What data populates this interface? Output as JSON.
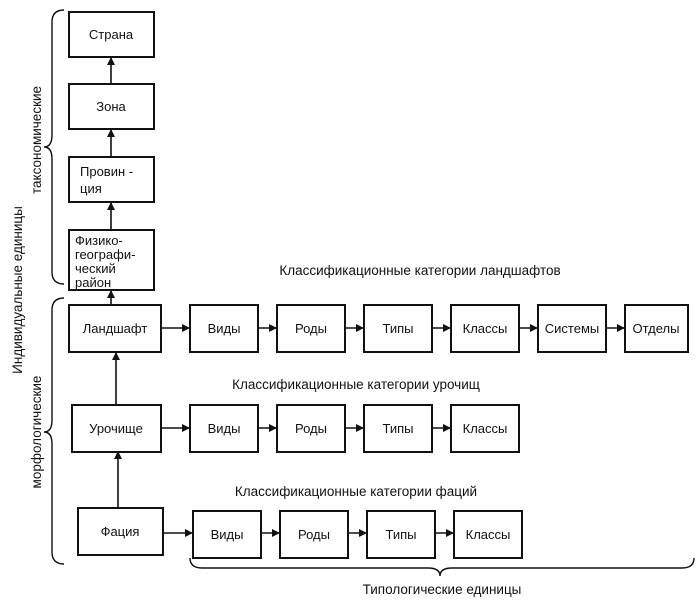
{
  "colors": {
    "ink": "#111111",
    "paper": "#ffffff"
  },
  "side_labels": {
    "individual": "Индивидуальные единицы",
    "taxonomic": "таксономические",
    "morphological": "морфологические"
  },
  "bottom_label": "Типологические единицы",
  "hierarchy": {
    "strana": "Страна",
    "zona": "Зона",
    "provin_1": "Провин -",
    "provin_2": "ция",
    "fiz_1": "Физико-",
    "fiz_2": "географи-",
    "fiz_3": "ческий",
    "fiz_4": "район"
  },
  "row_landscape": {
    "caption": "Классификационные категории ландшафтов",
    "items": [
      "Ландшафт",
      "Виды",
      "Роды",
      "Типы",
      "Классы",
      "Системы",
      "Отделы"
    ]
  },
  "row_urochishche": {
    "caption": "Классификационные категории урочищ",
    "items": [
      "Урочище",
      "Виды",
      "Роды",
      "Типы",
      "Классы"
    ]
  },
  "row_facies": {
    "caption": "Классификационные категории фаций",
    "items": [
      "Фация",
      "Виды",
      "Роды",
      "Типы",
      "Классы"
    ]
  }
}
